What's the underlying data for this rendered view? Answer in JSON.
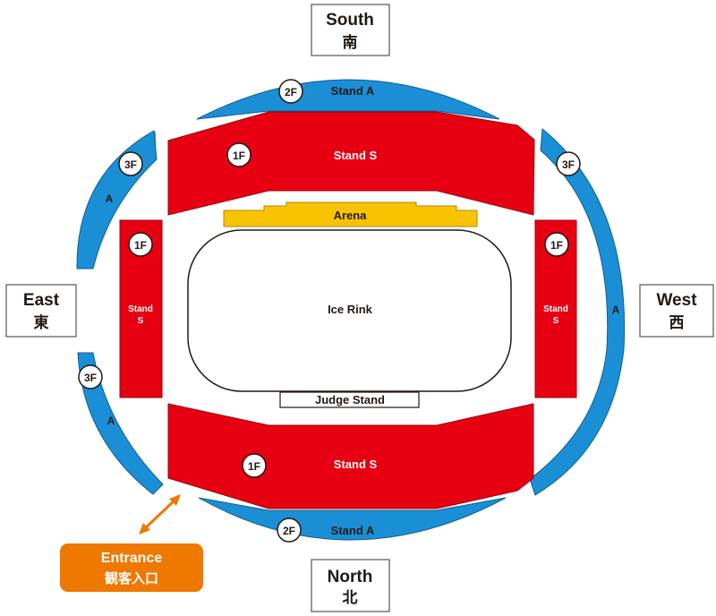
{
  "directions": {
    "south": {
      "en": "South",
      "jp": "南"
    },
    "north": {
      "en": "North",
      "jp": "北"
    },
    "east": {
      "en": "East",
      "jp": "東"
    },
    "west": {
      "en": "West",
      "jp": "西"
    }
  },
  "stands": {
    "south_top": {
      "floor": "2F",
      "name": "Stand A"
    },
    "north_bottom": {
      "floor": "2F",
      "name": "Stand A"
    },
    "east_upper": {
      "floor": "3F",
      "name": "A"
    },
    "east_lower": {
      "floor": "3F",
      "name": "A"
    },
    "west_outer": {
      "floor": "3F",
      "name": "A"
    },
    "top_red": {
      "floor": "1F",
      "name": "Stand S"
    },
    "bottom_red": {
      "floor": "1F",
      "name": "Stand S"
    },
    "left_red": {
      "floor": "1F",
      "name_line1": "Stand",
      "name_line2": "S"
    },
    "right_red": {
      "floor": "1F",
      "name_line1": "Stand",
      "name_line2": "S"
    }
  },
  "arena": "Arena",
  "ice_rink": "Ice Rink",
  "judge_stand": "Judge Stand",
  "entrance": {
    "en": "Entrance",
    "jp": "観客入口"
  },
  "colors": {
    "blue": "#1a8fd6",
    "red": "#e60012",
    "yellow": "#f8c300",
    "orange": "#ee7800"
  }
}
